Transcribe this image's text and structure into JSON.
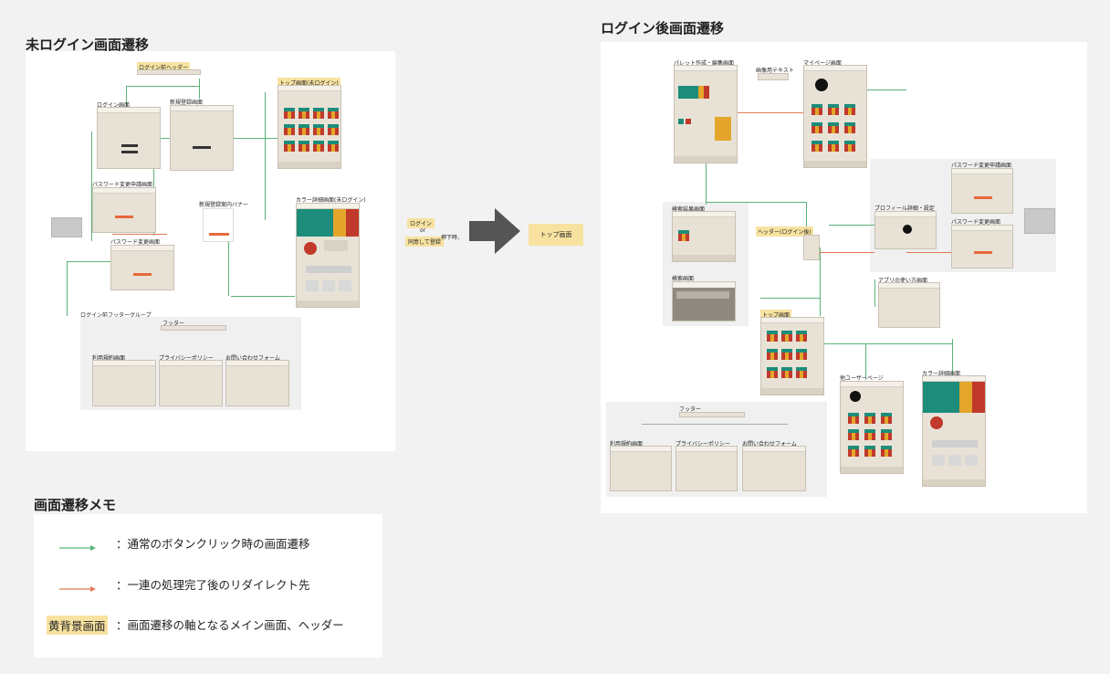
{
  "sections": {
    "not_logged_in": "未ログイン画面遷移",
    "logged_in": "ログイン後画面遷移",
    "memo": "画面遷移メモ"
  },
  "left": {
    "header_label": "ログイン前ヘッダー",
    "login": "ログイン画面",
    "signup": "新規登録画面",
    "top": "トップ画面(未ログイン)",
    "pw_request": "パスワード変更申請画面",
    "pw_change": "パスワード変更画面",
    "signup_banner": "新規登録案内バナー",
    "color_detail": "カラー詳細画面(未ログイン)",
    "footer_group": "ログイン前フッターグループ",
    "footer": "フッター",
    "terms": "利用規約画面",
    "privacy": "プライバシーポリシー",
    "contact": "お問い合わせフォーム"
  },
  "middle": {
    "login_btn": "ログイン",
    "or": "or",
    "agree_btn": "同意して登録",
    "pressed": "押下時、",
    "top_btn": "トップ画面"
  },
  "right": {
    "palette": "パレット作成・編集画面",
    "image_text": "画像用テキスト",
    "mypage": "マイページ画面",
    "search_result": "検索結果画面",
    "search": "検索画面",
    "header_logged": "ヘッダー(ログイン後)",
    "profile": "プロフィール詳細・設定",
    "pw_request": "パスワード変更申請画面",
    "pw_change": "パスワード変更画面",
    "howto": "アプリの使い方画面",
    "top": "トップ画面",
    "other_user": "他ユーザーページ",
    "color_detail": "カラー詳細画面",
    "footer": "フッター",
    "terms": "利用規約画面",
    "privacy": "プライバシーポリシー",
    "contact": "お問い合わせフォーム"
  },
  "memo": {
    "normal": "：通常のボタンクリック時の画面遷移",
    "redirect": "：一連の処理完了後のリダイレクト先",
    "yellow_label": "黄背景画面",
    "yellow_desc": "：画面遷移の軸となるメイン画面、ヘッダー"
  },
  "colors": {
    "green_line": "#5bb37a",
    "orange_line": "#e07a55",
    "yellow_bg": "#f7e2a0",
    "teal": "#1d8c7a",
    "red": "#c0392b",
    "gold": "#e3a62a",
    "screen_bg": "#e8e2d6"
  }
}
